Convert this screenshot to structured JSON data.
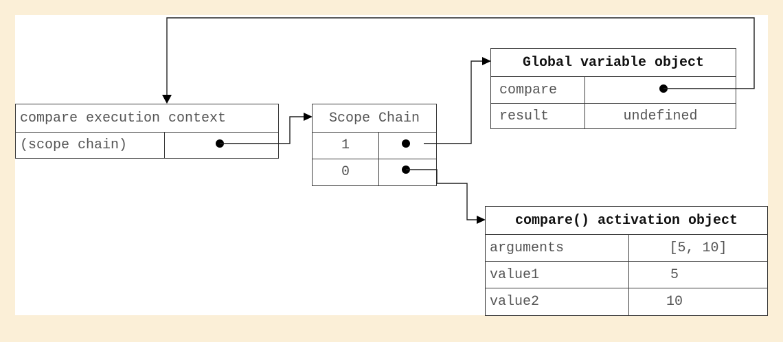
{
  "execution_context": {
    "title": "compare execution context",
    "scope_label": "(scope chain)"
  },
  "scope_chain": {
    "title": "Scope Chain",
    "rows": [
      "1",
      "0"
    ]
  },
  "global_object": {
    "title": "Global variable object",
    "rows": [
      {
        "name": "compare",
        "value": ""
      },
      {
        "name": "result",
        "value": "undefined"
      }
    ]
  },
  "activation_object": {
    "title": "compare() activation object",
    "rows": [
      {
        "name": "arguments",
        "value": "[5, 10]"
      },
      {
        "name": "value1",
        "value": "5"
      },
      {
        "name": "value2",
        "value": "10"
      }
    ]
  }
}
